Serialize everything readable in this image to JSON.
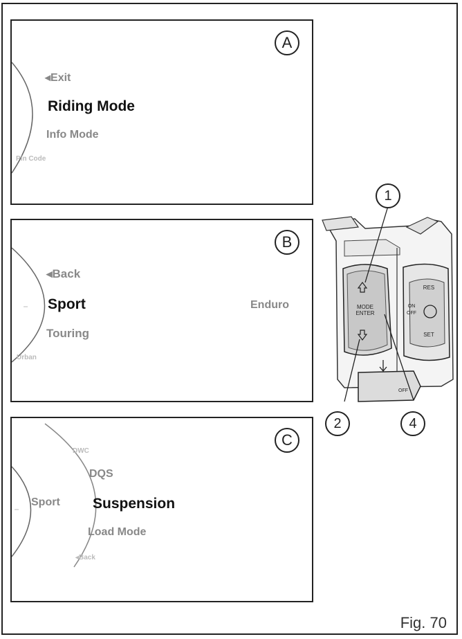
{
  "figure": {
    "caption": "Fig. 70"
  },
  "panels": {
    "a": {
      "badge": "A",
      "items": {
        "exit": "◂Exit",
        "riding_mode": "Riding Mode",
        "info_mode": "Info Mode",
        "pin_code": "Pin Code"
      }
    },
    "b": {
      "badge": "B",
      "items": {
        "back": "◂Back",
        "sport": "Sport",
        "touring": "Touring",
        "urban": "Urban",
        "enduro": "Enduro"
      }
    },
    "c": {
      "badge": "C",
      "items": {
        "dwc": "DWC",
        "dqs": "DQS",
        "sport": "Sport",
        "suspension": "Suspension",
        "load_mode": "Load Mode",
        "back": "◂Back"
      }
    }
  },
  "device": {
    "callouts": {
      "one": "1",
      "two": "2",
      "four": "4"
    },
    "labels": {
      "mode": "MODE",
      "enter": "ENTER",
      "on": "ON",
      "off": "OFF",
      "res": "RES",
      "set": "SET",
      "off_bottom": "OFF"
    }
  }
}
